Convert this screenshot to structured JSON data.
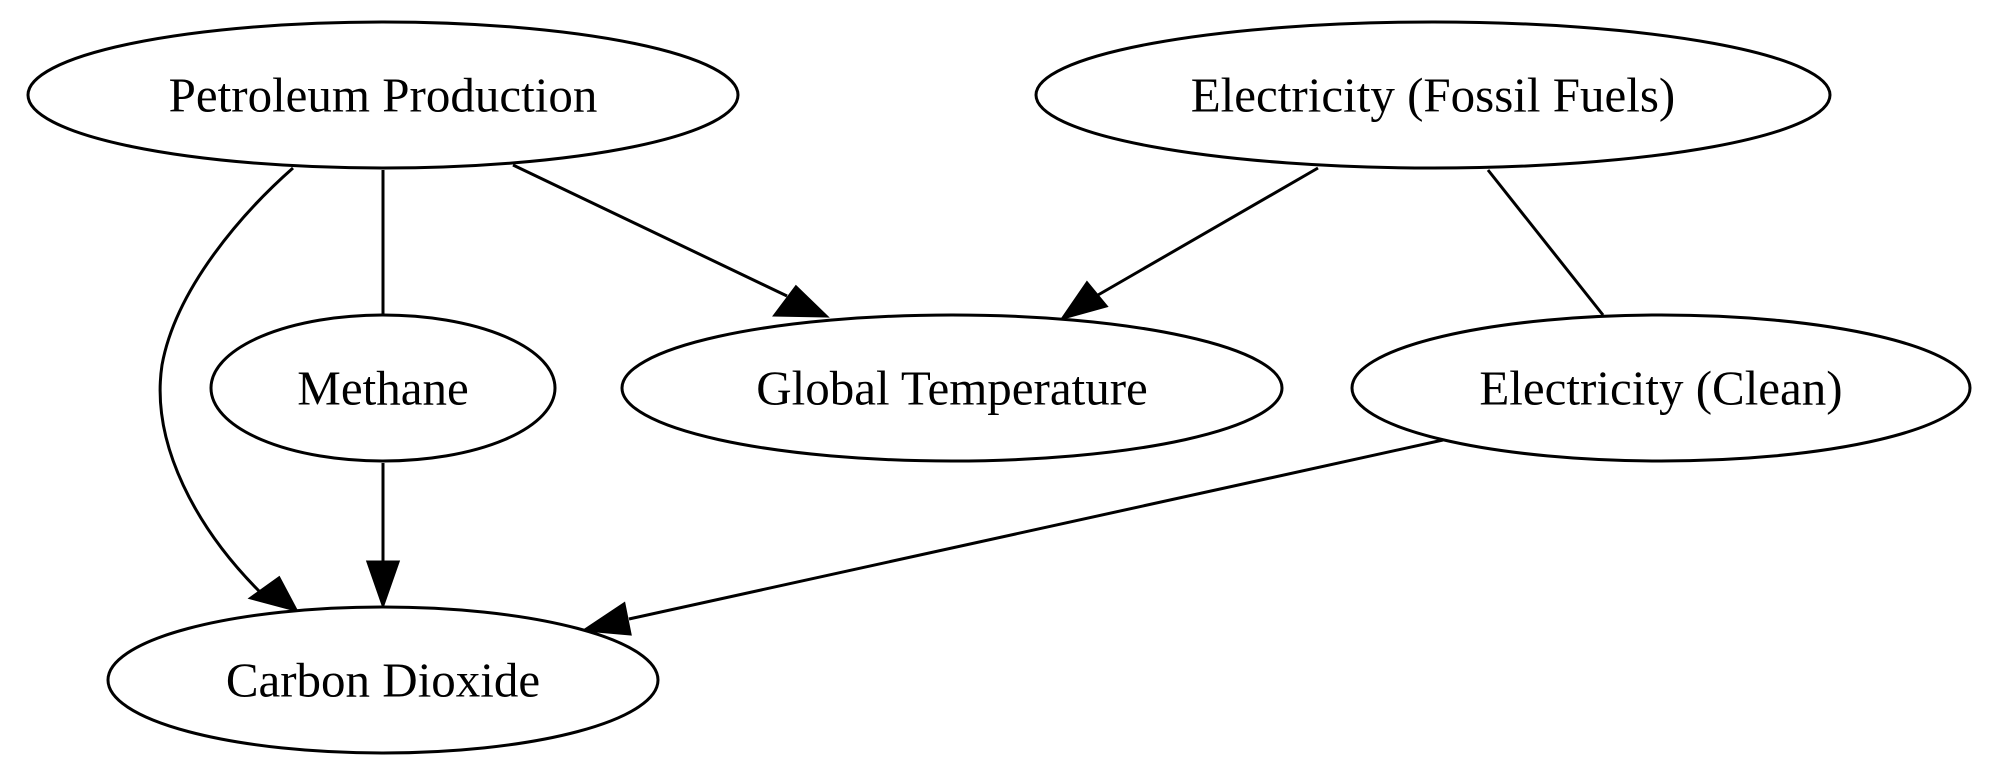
{
  "diagram": {
    "type": "directed-graph",
    "colors": {
      "stroke": "#000000",
      "fill": "#ffffff",
      "text": "#000000"
    },
    "nodes": [
      {
        "id": "petroleum",
        "label": "Petroleum Production"
      },
      {
        "id": "fossil",
        "label": "Electricity (Fossil Fuels)"
      },
      {
        "id": "methane",
        "label": "Methane"
      },
      {
        "id": "temperature",
        "label": "Global Temperature"
      },
      {
        "id": "clean",
        "label": "Electricity (Clean)"
      },
      {
        "id": "co2",
        "label": "Carbon Dioxide"
      }
    ],
    "edges": [
      {
        "from": "petroleum",
        "to": "co2",
        "directed": true
      },
      {
        "from": "petroleum",
        "to": "methane",
        "directed": false
      },
      {
        "from": "petroleum",
        "to": "temperature",
        "directed": true
      },
      {
        "from": "fossil",
        "to": "temperature",
        "directed": true
      },
      {
        "from": "fossil",
        "to": "clean",
        "directed": false
      },
      {
        "from": "methane",
        "to": "co2",
        "directed": true
      },
      {
        "from": "clean",
        "to": "co2",
        "directed": true
      }
    ]
  }
}
